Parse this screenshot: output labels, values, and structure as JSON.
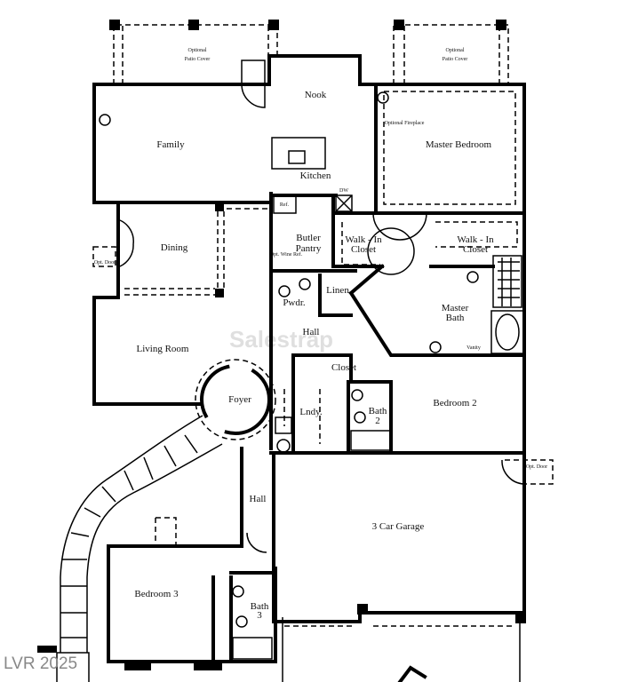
{
  "patio_left": {
    "line1": "Optional",
    "line2": "Patio Cover"
  },
  "patio_right": {
    "line1": "Optional",
    "line2": "Patio Cover"
  },
  "rooms": {
    "nook": "Nook",
    "family": "Family",
    "kitchen": "Kitchen",
    "ref": "Ref.",
    "dw": "DW",
    "master_bedroom": "Master Bedroom",
    "optional_fireplace": "Optional Fireplace",
    "dining": "Dining",
    "opt_door_dining": "Opt. Door",
    "butler_pantry_1": "Butler",
    "butler_pantry_2": "Pantry",
    "wine_ref": "Opt. Wine Ref.",
    "walk_in_closet_left_1": "Walk - In",
    "walk_in_closet_left_2": "Closet",
    "walk_in_closet_right_1": "Walk - In",
    "walk_in_closet_right_2": "Closet",
    "linen": "Linen",
    "powder": "Pwdr.",
    "hall_upper": "Hall",
    "master_bath_1": "Master",
    "master_bath_2": "Bath",
    "vanity": "Vanity",
    "living_room": "Living Room",
    "foyer": "Foyer",
    "closet": "Closet",
    "laundry": "Lndy.",
    "bath2_1": "Bath",
    "bath2_2": "2",
    "bedroom2": "Bedroom 2",
    "hall_lower": "Hall",
    "garage": "3 Car Garage",
    "opt_door_garage": "Opt. Door",
    "bedroom3": "Bedroom 3",
    "bath3_1": "Bath",
    "bath3_2": "3"
  },
  "watermark": "Salestrap",
  "corner_stamp": "LVR 2025"
}
